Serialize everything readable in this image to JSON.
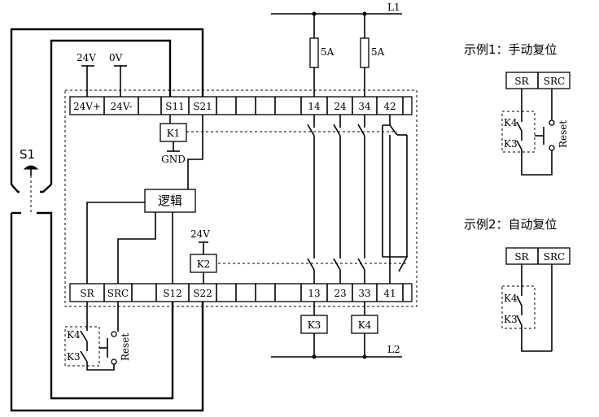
{
  "labels": {
    "l1": "L1",
    "l2": "L2",
    "s1": "S1",
    "gnd": "GND",
    "v24": "24V",
    "v0": "0V",
    "k1": "K1",
    "k2": "K2",
    "k3": "K3",
    "k4": "K4",
    "logic": "逻辑",
    "reset": "Reset",
    "fuse": "5A",
    "k2_supply": "24V"
  },
  "top_terminals": [
    "24V+",
    "24V-",
    "",
    "S11",
    "S21",
    "",
    "",
    "",
    "",
    "14",
    "24",
    "34",
    "42",
    "",
    ""
  ],
  "bottom_terminals": [
    "SR",
    "SRC",
    "",
    "S12",
    "S22",
    "",
    "",
    "",
    "",
    "13",
    "23",
    "33",
    "41",
    "",
    ""
  ],
  "example1": {
    "title": "示例1：手动复位",
    "terminals": [
      "SR",
      "SRC"
    ],
    "k4": "K4",
    "k3": "K3",
    "reset": "Reset"
  },
  "example2": {
    "title": "示例2：自动复位",
    "terminals": [
      "SR",
      "SRC"
    ],
    "k4": "K4",
    "k3": "K3"
  }
}
